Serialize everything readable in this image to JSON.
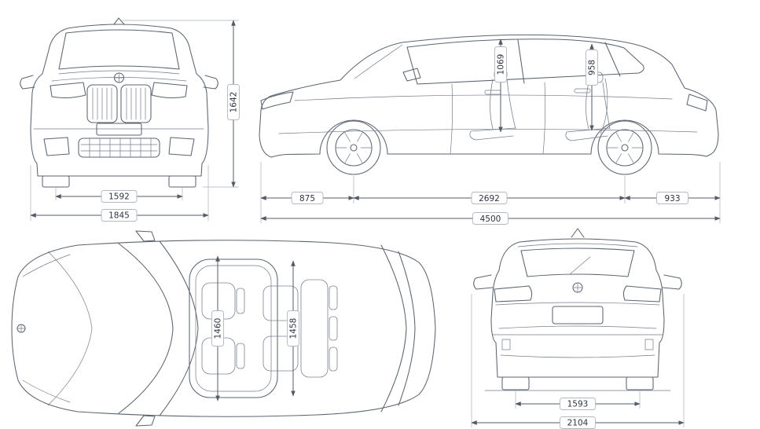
{
  "colors": {
    "artwork_line": "#5c6470",
    "dimension_line": "#555b66",
    "dimension_text": "#2e3340",
    "label_box_border": "#b3b8c2",
    "background": "#ffffff"
  },
  "views": {
    "front": {
      "name": "front-view",
      "dimensions": {
        "track_width": "1592",
        "overall_width": "1845",
        "overall_height": "1642"
      }
    },
    "side": {
      "name": "side-view",
      "dimensions": {
        "front_headroom": "1069",
        "rear_headroom": "958",
        "front_overhang": "875",
        "wheelbase": "2692",
        "rear_overhang": "933",
        "overall_length": "4500"
      }
    },
    "top": {
      "name": "top-view",
      "dimensions": {
        "front_interior_width": "1460",
        "rear_interior_width": "1458"
      }
    },
    "rear": {
      "name": "rear-view",
      "dimensions": {
        "rear_track_width": "1593",
        "overall_width_with_mirrors": "2104"
      }
    }
  }
}
